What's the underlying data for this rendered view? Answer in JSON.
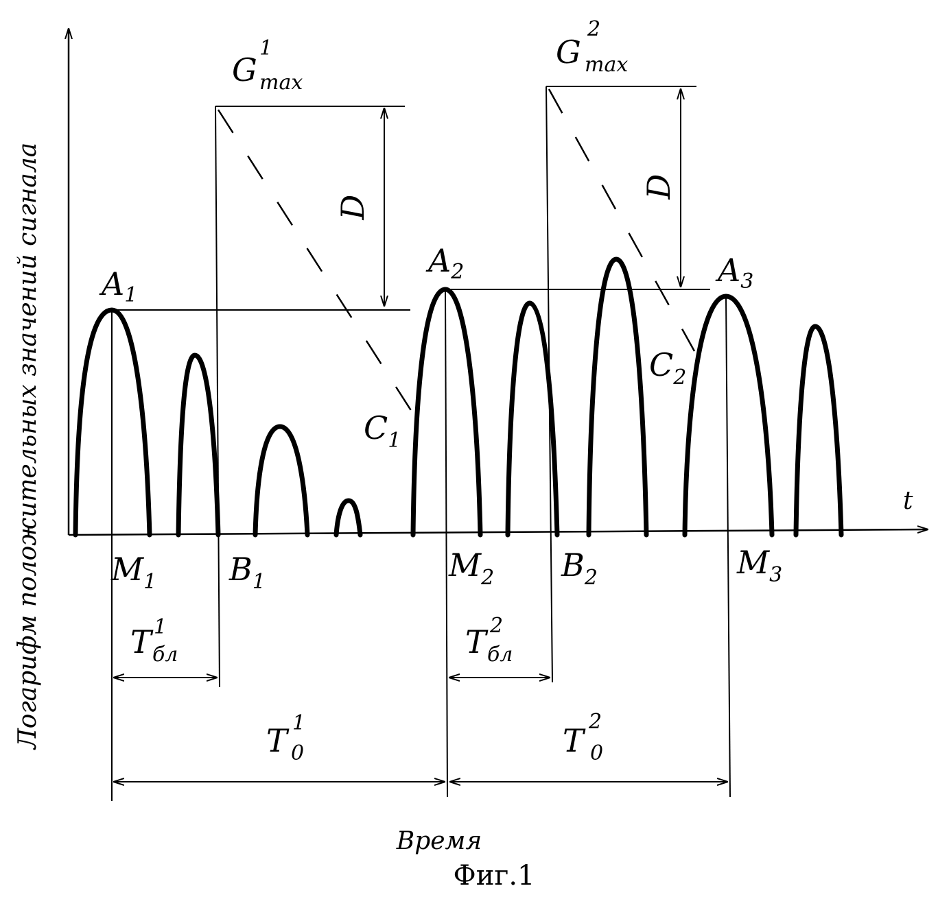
{
  "figure": {
    "caption": "Фиг.1",
    "y_axis_label": "Логарифм положительных значений сигнала",
    "x_axis_label": "Время",
    "t_label": "t",
    "points": {
      "A1": {
        "main": "A",
        "sub": "1"
      },
      "A2": {
        "main": "A",
        "sub": "2"
      },
      "A3": {
        "main": "A",
        "sub": "3"
      },
      "M1": {
        "main": "M",
        "sub": "1"
      },
      "M2": {
        "main": "M",
        "sub": "2"
      },
      "M3": {
        "main": "M",
        "sub": "3"
      },
      "B1": {
        "main": "B",
        "sub": "1"
      },
      "B2": {
        "main": "B",
        "sub": "2"
      },
      "C1": {
        "main": "C",
        "sub": "1"
      },
      "C2": {
        "main": "C",
        "sub": "2"
      }
    },
    "g1": {
      "main": "G",
      "sup": "1",
      "sub": "max"
    },
    "g2": {
      "main": "G",
      "sup": "2",
      "sub": "max"
    },
    "d1": "D",
    "d2": "D",
    "tbl1": {
      "main": "T",
      "sup": "1",
      "sub": "бл"
    },
    "tbl2": {
      "main": "T",
      "sup": "2",
      "sub": "бл"
    },
    "t01": {
      "main": "T",
      "sup": "1",
      "sub": "0"
    },
    "t02": {
      "main": "T",
      "sup": "2",
      "sub": "0"
    }
  }
}
